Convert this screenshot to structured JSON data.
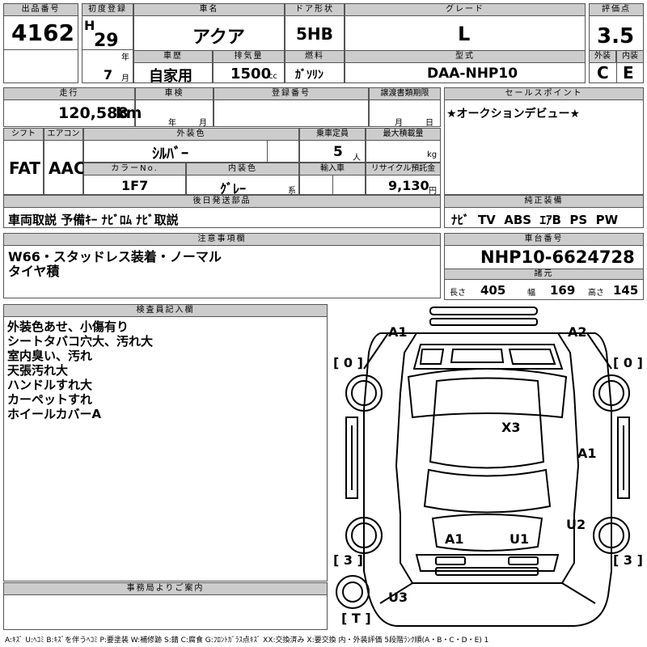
{
  "lot": {
    "label": "出品番号",
    "value": "4162"
  },
  "first_reg": {
    "label": "初度登録",
    "era": "H",
    "year": "29",
    "year_unit": "年",
    "month": "7",
    "month_unit": "月"
  },
  "car_name": {
    "label": "車名",
    "value": "アクア"
  },
  "door": {
    "label": "ドア形状",
    "value": "5HB"
  },
  "grade": {
    "label": "グレード",
    "value": "L"
  },
  "score": {
    "label": "評価点",
    "value": "3.5",
    "ext_label": "外装",
    "int_label": "内装",
    "ext": "C",
    "int": "E"
  },
  "history": {
    "label": "車歴",
    "value": "自家用"
  },
  "displacement": {
    "label": "排気量",
    "value": "1500",
    "unit": "cc"
  },
  "fuel": {
    "label": "燃料",
    "value": "ｶﾞｿﾘﾝ"
  },
  "model": {
    "label": "型式",
    "value": "DAA-NHP10"
  },
  "mileage": {
    "label": "走行",
    "value": "120,588",
    "unit": "km"
  },
  "inspection": {
    "label": "車検",
    "year_unit": "年",
    "month_unit": "月"
  },
  "registration": {
    "label": "登録番号"
  },
  "transfer": {
    "label": "譲渡書類期限",
    "month_unit": "月",
    "day_unit": "日"
  },
  "sales_point": {
    "label": "セールスポイント",
    "value": "★オークションデビュー★"
  },
  "shift": {
    "label": "シフト",
    "value": "FAT"
  },
  "aircon": {
    "label": "エアコン",
    "value": "AAC"
  },
  "exterior_color": {
    "label": "外装色",
    "value": "ｼﾙﾊﾞｰ"
  },
  "capacity": {
    "label": "乗車定員",
    "value": "5",
    "unit": "人"
  },
  "max_load": {
    "label": "最大積載量",
    "unit": "kg"
  },
  "color_no": {
    "label": "カラーNo.",
    "value": "1F7"
  },
  "interior_color": {
    "label": "内装色",
    "value": "ｸﾞﾚｰ",
    "suffix": "系"
  },
  "import": {
    "label": "輸入車"
  },
  "recycle": {
    "label": "リサイクル預託金",
    "value": "9,130",
    "unit": "円"
  },
  "later_parts": {
    "label": "後日発送部品",
    "value": "車両取説 予備ｷｰ ﾅﾋﾞﾛﾑ ﾅﾋﾞ取説"
  },
  "equipment": {
    "label": "純正装備",
    "value": "ﾅﾋﾞ  TV  ABS  ｴｱB  PS  PW"
  },
  "notes": {
    "label": "注意事項欄",
    "lines": [
      "W66・スタッドレス装着・ノーマル",
      "タイヤ積"
    ]
  },
  "chassis": {
    "label": "車台番号",
    "value": "NHP10-6624728"
  },
  "specs": {
    "label": "諸元",
    "length_label": "長さ",
    "length": "405",
    "width_label": "幅",
    "width": "169",
    "height_label": "高さ",
    "height": "145"
  },
  "inspector": {
    "label": "検査員記入欄",
    "lines": [
      "外装色あせ、小傷有り",
      "シートタバコ穴大、汚れ大",
      "室内臭い、汚れ",
      "天張汚れ大",
      "ハンドルすれ大",
      "カーペットすれ",
      "ホイールカバーA"
    ]
  },
  "office": {
    "label": "事務局よりご案内"
  },
  "legend": "A:ｷｽﾞ U:ﾍｺﾐ B:ｷｽﾞを伴うﾍｺﾐ P:要塗装 W:補修跡 S:錆 C:腐食 G:ﾌﾛﾝﾄｶﾞﾗｽ点ｷｽﾞ XX:交換済み X:要交換  内・外装評価 5段階ﾗﾝｸ順(A・B・C・D・E) 1",
  "diagram": {
    "marks": [
      "A1",
      "A2",
      "X3",
      "A1",
      "U2",
      "A1",
      "U1",
      "U3"
    ],
    "tire_counts": [
      "[ 0 ]",
      "[ 0 ]",
      "[ 3 ]",
      "[ 3 ]"
    ],
    "spare": "[ T ]"
  }
}
